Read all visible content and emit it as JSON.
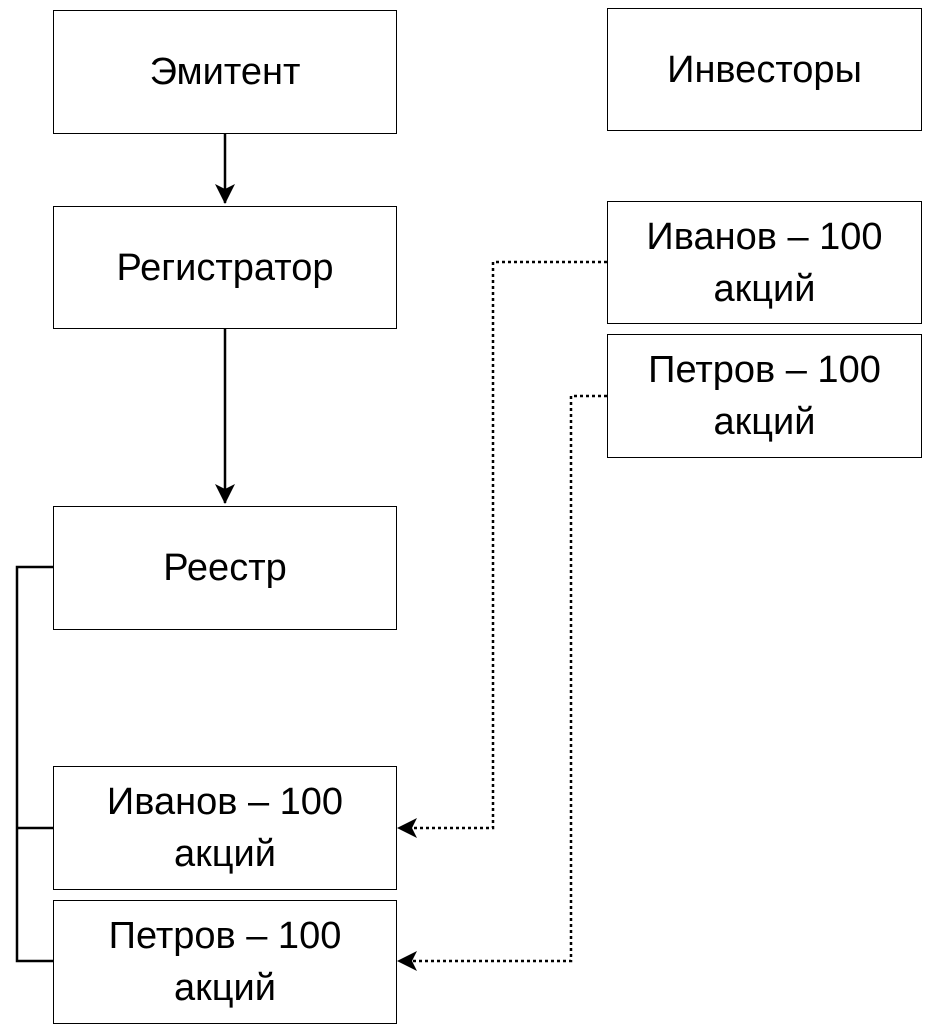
{
  "nodes": {
    "emitent": "Эмитент",
    "registrar": "Регистратор",
    "registry": "Реестр",
    "investors": "Инвесторы",
    "ivanov_registry": "Иванов – 100\nакций",
    "petrov_registry": "Петров – 100\nакций",
    "ivanov_investor": "Иванов – 100\nакций",
    "petrov_investor": "Петров – 100\nакций"
  },
  "edges": [
    {
      "from": "emitent",
      "to": "registrar",
      "style": "solid-arrow"
    },
    {
      "from": "registrar",
      "to": "registry",
      "style": "solid-arrow"
    },
    {
      "from": "registry",
      "to": "ivanov_registry",
      "style": "bracket"
    },
    {
      "from": "registry",
      "to": "petrov_registry",
      "style": "bracket"
    },
    {
      "from": "ivanov_investor",
      "to": "ivanov_registry",
      "style": "dotted-arrow"
    },
    {
      "from": "petrov_investor",
      "to": "petrov_registry",
      "style": "dotted-arrow"
    }
  ],
  "colors": {
    "stroke": "#000000",
    "background": "#ffffff"
  }
}
